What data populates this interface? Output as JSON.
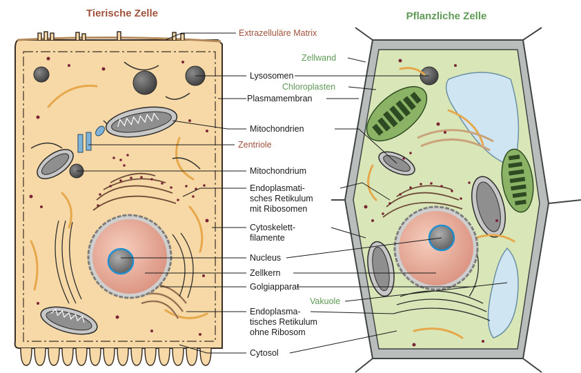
{
  "titles": {
    "animal": "Tierische Zelle",
    "plant": "Pflanzliche Zelle"
  },
  "labels": {
    "ecm": "Extrazelluläre Matrix",
    "zellwand": "Zellwand",
    "lysosomen": "Lysosomen",
    "chloroplasten": "Chloroplasten",
    "plasmamembran": "Plasmamembran",
    "mitochondrien": "Mitochondrien",
    "zentriole": "Zentriole",
    "mitochondrium": "Mitochondrium",
    "er_rough_1": "Endoplasmati-",
    "er_rough_2": "sches Retikulum",
    "er_rough_3": "mit Ribosomen",
    "cyto_1": "Cytoskelett-",
    "cyto_2": "filamente",
    "nucleus": "Nucleus",
    "zellkern": "Zellkern",
    "golgi": "Golgiapparat",
    "vakuole": "Vakuole",
    "er_smooth_1": "Endoplasma-",
    "er_smooth_2": "tisches Retikulum",
    "er_smooth_3": "ohne Ribosom",
    "cytosol": "Cytosol"
  },
  "colors": {
    "animal_title": "#a0523d",
    "plant_title": "#5f9a57",
    "label_black": "#1a1a1a",
    "label_brown": "#a0523d",
    "label_green": "#5f9a57",
    "animal_cytoplasm": "#f6d9a6",
    "plant_cytoplasm": "#d8e6b8",
    "cell_wall": "#b9bdbc",
    "nucleus": "#eeb4a0",
    "nucleolus": "#8e8e8e",
    "vacuole": "#cfe6f2",
    "chloroplast": "#8bb366"
  }
}
